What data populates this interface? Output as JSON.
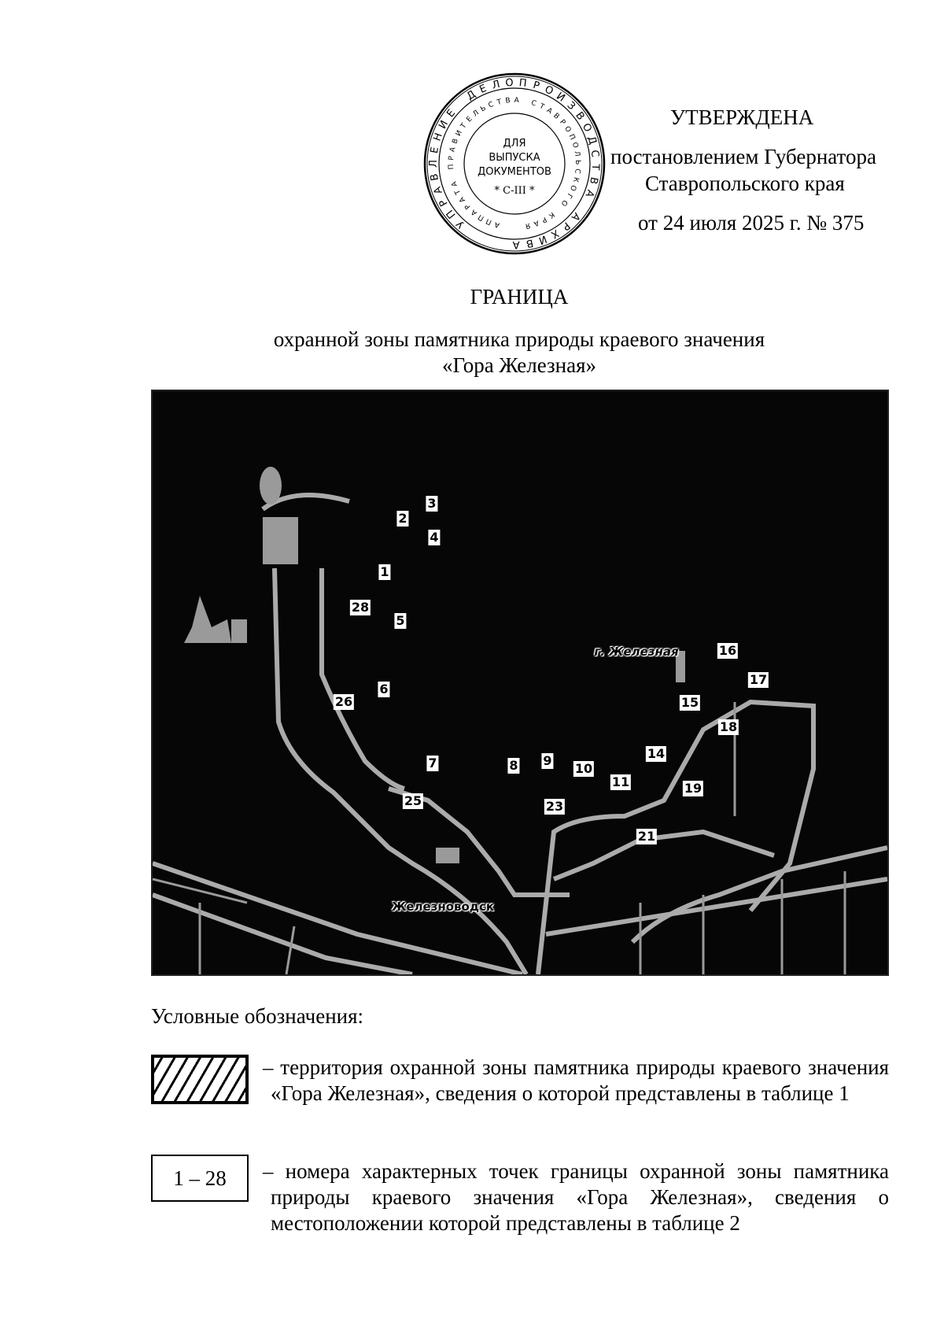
{
  "approval": {
    "line1": "УТВЕРЖДЕНА",
    "line2": "постановлением Губернатора",
    "line3": "Ставропольского края",
    "line4": "от 24 июля 2025 г. № 375"
  },
  "stamp": {
    "outer_text": "УПРАВЛЕНИЕ ДЕЛОПРОИЗВОДСТВА АРХИВА",
    "inner_ring_text": "АППАРАТА ПРАВИТЕЛЬСТВА СТАВРОПОЛЬСКОГО КРАЯ",
    "center_line1": "ДЛЯ",
    "center_line2": "ВЫПУСКА",
    "center_line3": "ДОКУМЕНТОВ",
    "code": "* С-III *"
  },
  "title": {
    "main": "ГРАНИЦА",
    "sub1": "охранной зоны памятника природы краевого значения",
    "sub2": "«Гора Железная»"
  },
  "map": {
    "place_labels": {
      "mountain": "г. Железная",
      "town": "Железноводск"
    },
    "points": [
      "1",
      "2",
      "3",
      "4",
      "5",
      "6",
      "7",
      "8",
      "9",
      "10",
      "11",
      "14",
      "15",
      "16",
      "17",
      "18",
      "19",
      "21",
      "23",
      "25",
      "26",
      "28"
    ]
  },
  "legend": {
    "heading": "Условные обозначения:",
    "item1": {
      "dash": "–",
      "text": "территория охранной зоны памятника природы краевого значения «Гора Железная», сведения о которой представлены в таблице 1"
    },
    "item2": {
      "symbol": "1 – 28",
      "dash": "–",
      "text": "номера характерных точек границы охранной зоны памятника природы краевого значения «Гора Железная», сведения о местоположении которой представлены в таблице 2"
    }
  }
}
